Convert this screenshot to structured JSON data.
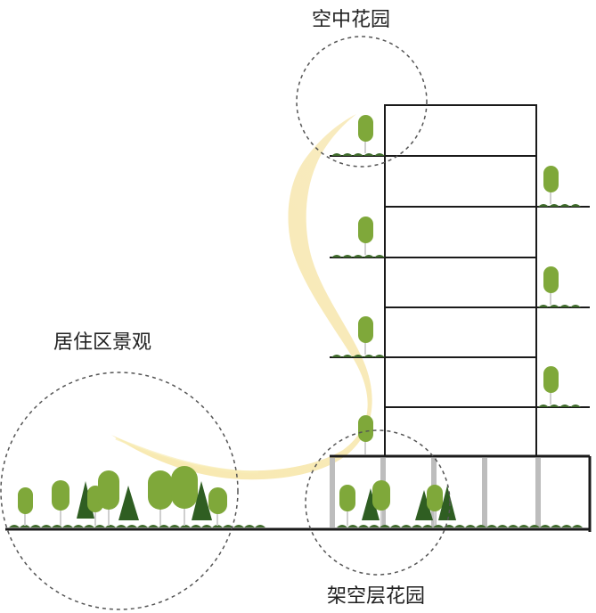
{
  "labels": {
    "sky_garden": "空中花园",
    "residential_landscape": "居住区景观",
    "pilotis_garden": "架空层花园"
  },
  "colors": {
    "building_line": "#1a1a1a",
    "tree_light": "#7fa83a",
    "tree_dark": "#2f5e22",
    "column": "#bdbdbd",
    "wind_flow": "#f3dc8e",
    "ground": "#1a1a1a",
    "dashed_circle": "#555555"
  },
  "icons": [
    "round-tree-icon",
    "conifer-tree-icon",
    "grass-tuft-icon",
    "dashed-highlight-circle-icon",
    "wind-flow-icon"
  ]
}
